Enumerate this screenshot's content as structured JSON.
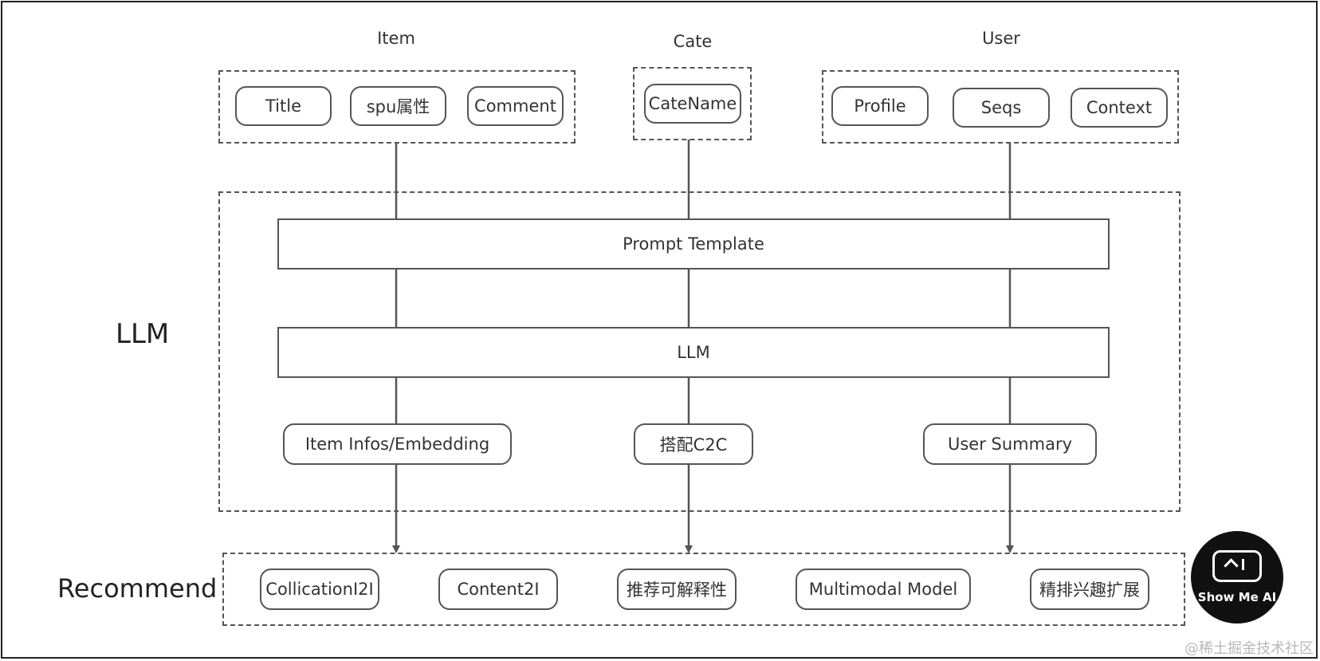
{
  "groups": {
    "item": {
      "label": "Item",
      "nodes": [
        "Title",
        "spu属性",
        "Comment"
      ]
    },
    "cate": {
      "label": "Cate",
      "nodes": [
        "CateName"
      ]
    },
    "user": {
      "label": "User",
      "nodes": [
        "Profile",
        "Seqs",
        "Context"
      ]
    }
  },
  "llm_section": {
    "label": "LLM",
    "prompt_template": "Prompt Template",
    "llm": "LLM",
    "outputs": [
      "Item Infos/Embedding",
      "搭配C2C",
      "User Summary"
    ]
  },
  "recommend_section": {
    "label": "Recommend",
    "nodes": [
      "CollicationI2I",
      "Content2I",
      "推荐可解释性",
      "Multimodal Model",
      "精排兴趣扩展"
    ]
  },
  "logo": {
    "text": "Show Me AI"
  },
  "watermark": "@稀土掘金技术社区"
}
